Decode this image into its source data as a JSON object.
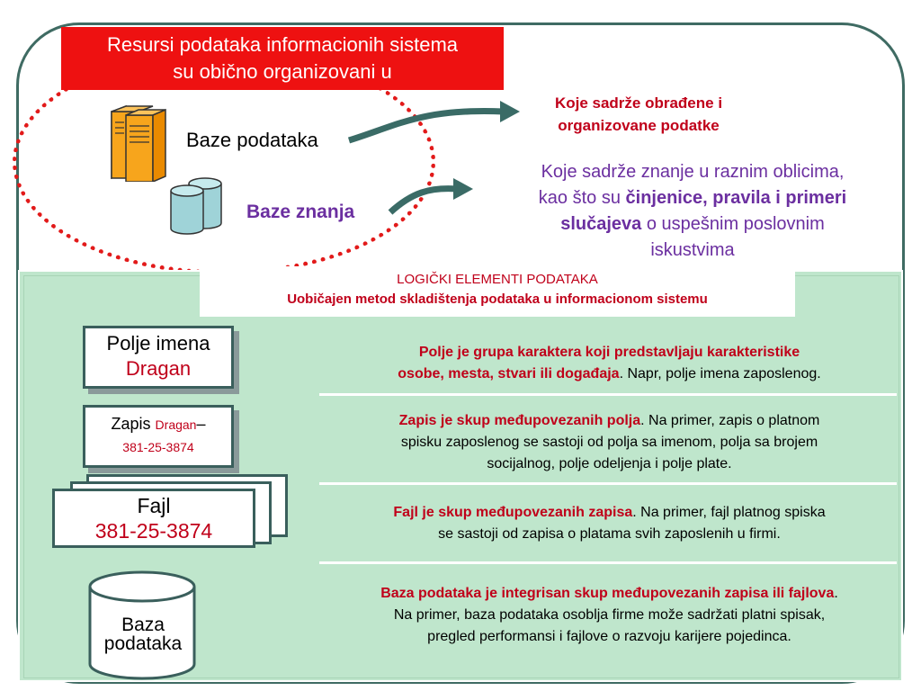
{
  "title": {
    "line1": "Resursi podataka informacionih sistema",
    "line2": "su obično organizovani u"
  },
  "top": {
    "baze_podataka": "Baze podataka",
    "baze_znanja": "Baze znanja",
    "right1_line1": "Koje sadrže obrađene i",
    "right1_line2": "organizovane podatke",
    "right2_line1": "Koje sadrže znanje u raznim oblicima,",
    "right2_line2_a": "kao što su ",
    "right2_line2_b": "činjenice, pravila i primeri",
    "right2_line3_a": "slučajeva",
    "right2_line3_b": " o uspešnim poslovnim",
    "right2_line4": "iskustvima"
  },
  "logic": {
    "line1": "LOGIČKI ELEMENTI PODATAKA",
    "line2": "Uobičajen metod skladištenja podataka u informacionom sistemu"
  },
  "boxes": {
    "polje_label": "Polje imena",
    "polje_value": "Dragan",
    "zapis_label": "Zapis ",
    "zapis_value": "Dragan",
    "zapis_dash": "–",
    "zapis_num": "381-25-3874",
    "fajl_label": "Fajl",
    "fajl_value": "381-25-3874",
    "baza_line1": "Baza",
    "baza_line2": "podataka"
  },
  "descriptions": {
    "d1_hl_1": "Polje je grupa karaktera koji predstavljaju karakteristike",
    "d1_hl_2": "osobe, mesta, stvari ili događaja",
    "d1_rest": ". Napr, polje imena zaposlenog.",
    "d2_hl": "Zapis je skup međupovezanih polja",
    "d2_rest_1": ". Na primer, zapis o platnom",
    "d2_rest_2": "spisku zaposlenog se sastoji od polja sa imenom, polja sa brojem",
    "d2_rest_3": "socijalnog, polje odeljenja i polje plate.",
    "d3_hl": "Fajl je skup međupovezanih zapisa",
    "d3_rest_1": ". Na primer, fajl platnog spiska",
    "d3_rest_2": "se sastoji od zapisa o platama svih zaposlenih u firmi.",
    "d4_hl": "Baza podataka je integrisan skup međupovezanih zapisa ili fajlova",
    "d4_rest_1": ".",
    "d4_rest_2": "Na primer, baza podataka osoblja firme može sadržati platni spisak,",
    "d4_rest_3": "pregled performansi i fajlove o razvoju karijere pojedinca."
  },
  "colors": {
    "title_bg": "#ee1111",
    "accent_red": "#c0001a",
    "purple": "#6b2fa0",
    "green_panel": "#bfe6cc",
    "frame": "#3f6b63"
  }
}
